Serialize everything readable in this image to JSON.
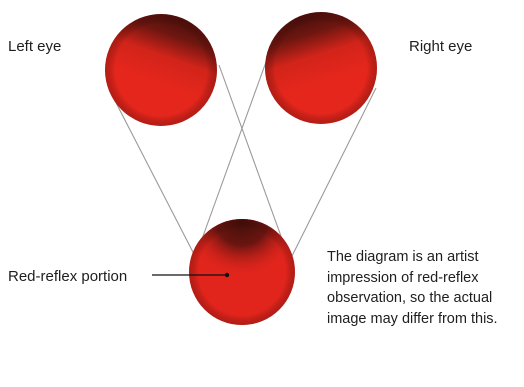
{
  "labels": {
    "left_eye": "Left eye",
    "right_eye": "Right eye",
    "red_reflex_portion": "Red-reflex portion"
  },
  "note": "The diagram is an artist impression of red-reflex observation, so the actual image may differ from this.",
  "colors": {
    "reflex_red": "#e3241b",
    "shadow_dark": "#5a1410",
    "line_gray": "#9a9a9a",
    "text": "#1e1e1e"
  }
}
